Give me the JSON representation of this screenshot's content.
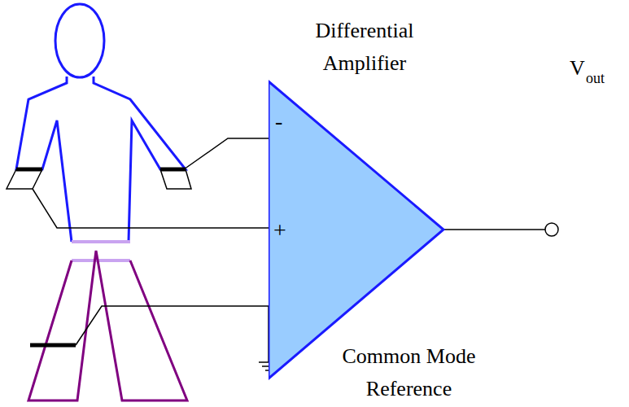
{
  "diagram": {
    "nodes": [
      {
        "text": [
          "Differential Amplifier"
        ]
      }
    ],
    "labels": [
      "-",
      "+",
      "V",
      "out",
      "Common Mode Reference"
    ]
  }
}
